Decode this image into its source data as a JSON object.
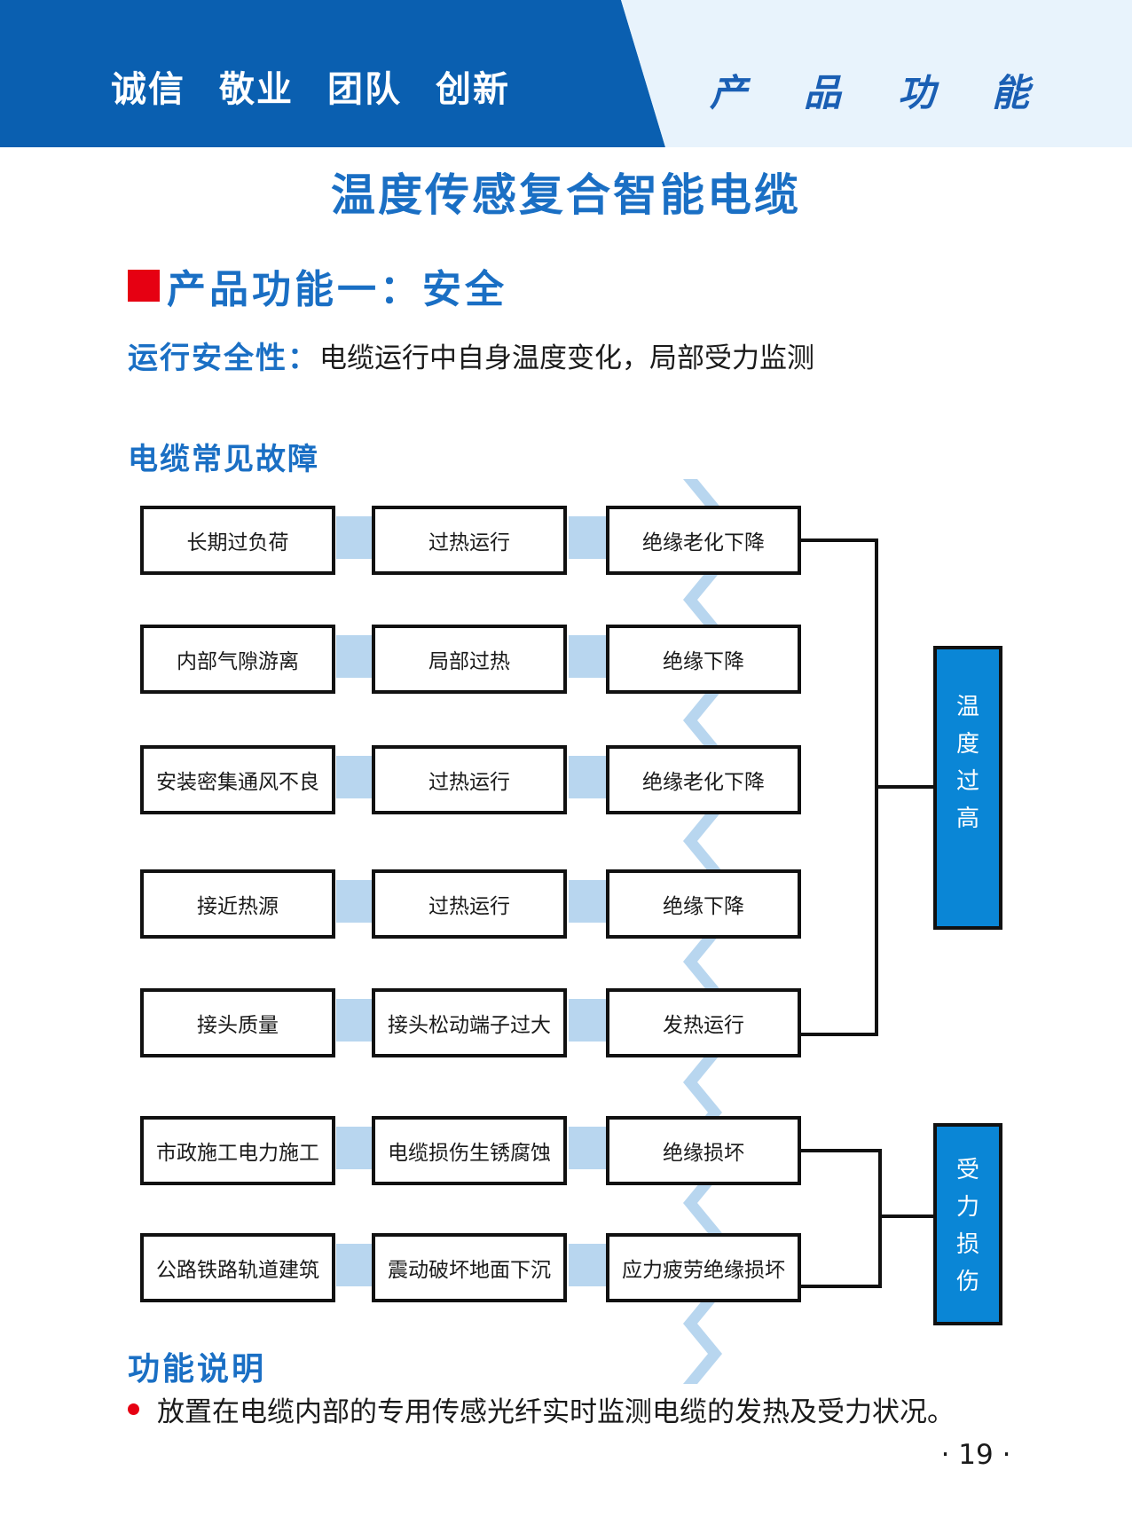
{
  "header": {
    "motto": [
      "诚信",
      "敬业",
      "团队",
      "创新"
    ],
    "section_tag": [
      "产",
      "品",
      "功",
      "能"
    ],
    "colors": {
      "banner_dark": "#0a5fb0",
      "banner_light": "#e8f3fc"
    }
  },
  "title": "温度传感复合智能电缆",
  "function_heading": "产品功能一：安全",
  "safety": {
    "label": "运行安全性：",
    "text": "电缆运行中自身温度变化，局部受力监测"
  },
  "faults_heading": "电缆常见故障",
  "flows": [
    [
      "长期过负荷",
      "过热运行",
      "绝缘老化下降"
    ],
    [
      "内部气隙游离",
      "局部过热",
      "绝缘下降"
    ],
    [
      "安装密集通风不良",
      "过热运行",
      "绝缘老化下降"
    ],
    [
      "接近热源",
      "过热运行",
      "绝缘下降"
    ],
    [
      "接头质量",
      "接头松动端子过大",
      "发热运行"
    ],
    [
      "市政施工电力施工",
      "电缆损伤生锈腐蚀",
      "绝缘损坏"
    ],
    [
      "公路铁路轨道建筑",
      "震动破坏地面下沉",
      "应力疲劳绝缘损坏"
    ]
  ],
  "results": {
    "temperature": [
      "温",
      "度",
      "过",
      "高"
    ],
    "stress": [
      "受",
      "力",
      "损",
      "伤"
    ]
  },
  "description": {
    "heading": "功能说明",
    "bullet": "放置在电缆内部的专用传感光纤实时监测电缆的发热及受力状况。"
  },
  "page_number": "· 19 ·"
}
